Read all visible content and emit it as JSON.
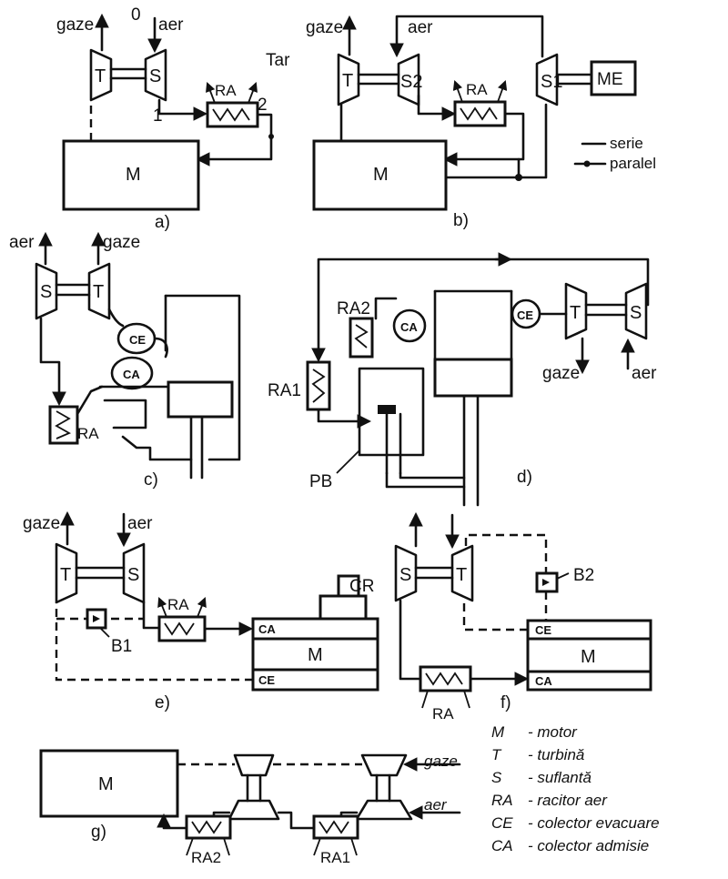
{
  "labels": {
    "gaze": "gaze",
    "aer": "aer",
    "turbine": "T",
    "blower": "S",
    "blower_2": "S2",
    "blower_1": "S1",
    "motor": "M",
    "electric_motor": "ME",
    "cooler": "RA",
    "cooler_1": "RA1",
    "cooler_2": "RA2",
    "ca": "CA",
    "ce": "CE",
    "cr": "CR",
    "pb": "PB",
    "b1": "B1",
    "b2": "B2",
    "t_ar": "Tar",
    "zero": "0",
    "point1": "1",
    "point2": "2"
  },
  "subfigures": [
    "a)",
    "b)",
    "c)",
    "d)",
    "e)",
    "f)",
    "g)"
  ],
  "connection_legend": [
    {
      "symbol": "—",
      "label": "serie"
    },
    {
      "symbol": "-•-",
      "label": "paralel"
    }
  ],
  "legend": [
    {
      "abbr": "M",
      "desc": "- motor"
    },
    {
      "abbr": "T",
      "desc": "- turbină"
    },
    {
      "abbr": "S",
      "desc": "- suflantă"
    },
    {
      "abbr": "RA",
      "desc": "- racitor aer"
    },
    {
      "abbr": "CE",
      "desc": "- colector evacuare"
    },
    {
      "abbr": "CA",
      "desc": "- colector admisie"
    }
  ]
}
